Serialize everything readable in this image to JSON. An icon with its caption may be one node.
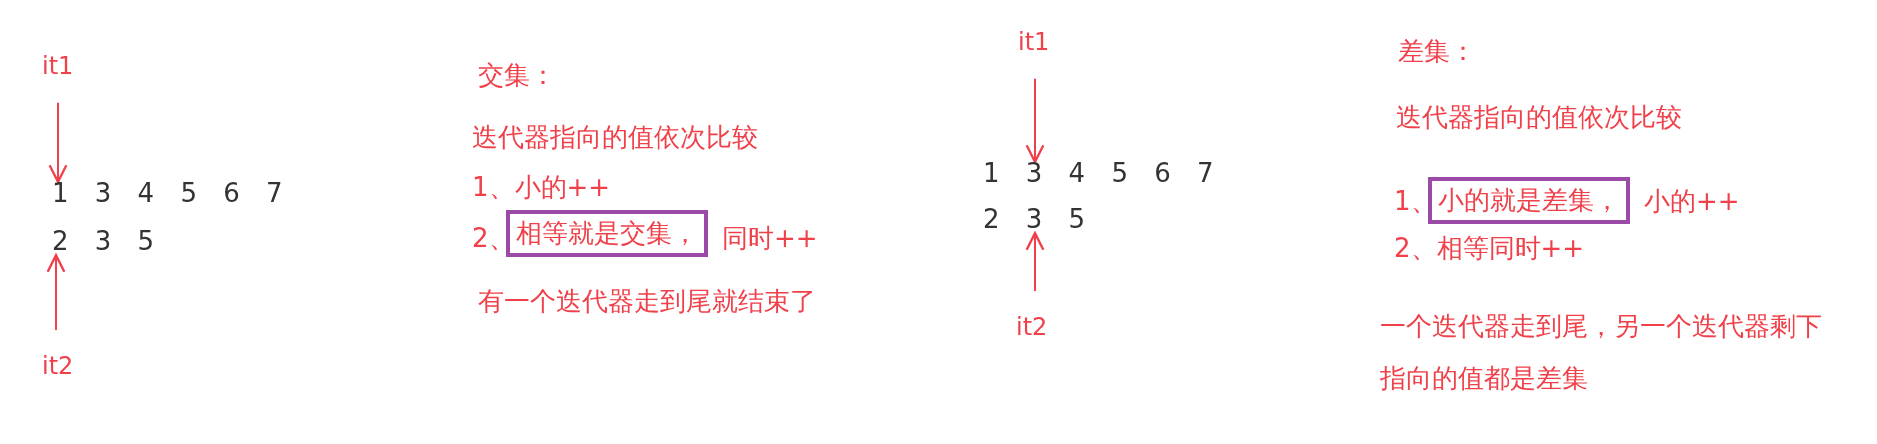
{
  "diagram": {
    "nodes": [
      {
        "text": [
          "it1"
        ]
      },
      {
        "text": [
          "1 3 4 5 6 7"
        ]
      },
      {
        "text": [
          "2 3 5"
        ]
      },
      {
        "text": [
          "it2"
        ]
      },
      {
        "text": [
          "相等就是交集，"
        ]
      },
      {
        "text": [
          "it1"
        ]
      },
      {
        "text": [
          "1 3 4 5 6 7"
        ]
      },
      {
        "text": [
          "2 3 5"
        ]
      },
      {
        "text": [
          "it2"
        ]
      },
      {
        "text": [
          "小的就是差集，"
        ]
      }
    ],
    "edges": [
      {
        "from": 0,
        "to": 1,
        "arrow": "to"
      },
      {
        "from": 3,
        "to": 2,
        "arrow": "to"
      },
      {
        "from": 5,
        "to": 6,
        "arrow": "to"
      },
      {
        "from": 8,
        "to": 7,
        "arrow": "to"
      }
    ],
    "labels": [
      "交集：",
      "迭代器指向的值依次比较",
      "1、小的++",
      "2、",
      "同时++",
      "有一个迭代器走到尾就结束了",
      "差集：",
      "迭代器指向的值依次比较",
      "1、",
      "小的++",
      "2、相等同时++",
      "一个迭代器走到尾，另一个迭代器剩下指向的值都是差集"
    ]
  }
}
